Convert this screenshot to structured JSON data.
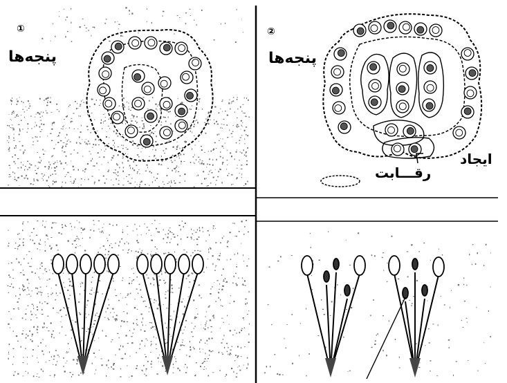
{
  "labels": {
    "panel_left_top": "پنجه‌ها",
    "panel_right_top": "پنجه‌ها",
    "annotation_line1": "ایجاد",
    "annotation_line2": "رقـــابت"
  },
  "markers": {
    "left": "①",
    "right": "②"
  },
  "colors": {
    "ink": "#000000",
    "background": "#ffffff"
  }
}
